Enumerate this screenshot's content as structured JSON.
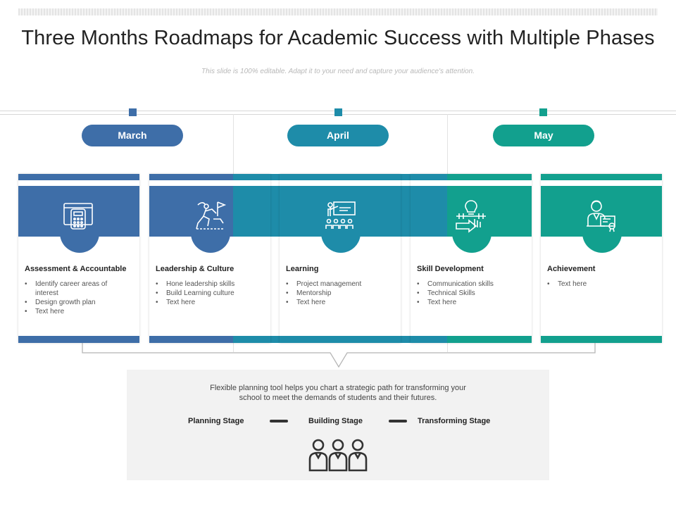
{
  "title": "Three Months Roadmaps for Academic Success with Multiple Phases",
  "subtitle": "This slide is 100% editable. Adapt it to your need and capture your audience's attention.",
  "colors": {
    "blue": "#3e6ea8",
    "teal_blue": "#1e8ca9",
    "green": "#12a08e"
  },
  "months": [
    {
      "label": "March"
    },
    {
      "label": "April"
    },
    {
      "label": "May"
    }
  ],
  "cards": [
    {
      "title": "Assessment & Accountable",
      "icon": "calculator-folder-icon",
      "items": [
        "Identify career areas of interest",
        "Design growth plan",
        "Text here"
      ]
    },
    {
      "title": "Leadership & Culture",
      "icon": "climbing-flag-icon",
      "items": [
        "Hone leadership skills",
        "Build Learning culture",
        "Text here"
      ]
    },
    {
      "title": "Learning",
      "icon": "classroom-presentation-icon",
      "items": [
        "Project management",
        "Mentorship",
        "Text here"
      ]
    },
    {
      "title": "Skill Development",
      "icon": "skill-growth-icon",
      "items": [
        "Communication skills",
        "Technical Skills",
        "Text here"
      ]
    },
    {
      "title": "Achievement",
      "icon": "certificate-graduate-icon",
      "items": [
        "Text here"
      ]
    }
  ],
  "summary": {
    "text_line1": "Flexible planning tool helps you chart a strategic path for transforming your",
    "text_line2": "school to meet the demands of students  and their futures.",
    "stages": [
      "Planning Stage",
      "Building Stage",
      "Transforming Stage"
    ],
    "icon": "team-people-icon"
  }
}
